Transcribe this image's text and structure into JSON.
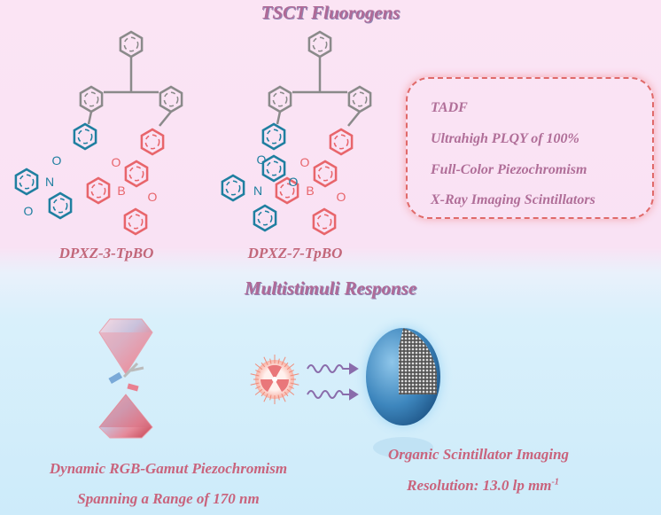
{
  "top_section": {
    "title": "TSCT Fluorogens",
    "molecules": [
      {
        "name": "DPXZ-3-TpBO"
      },
      {
        "name": "DPXZ-7-TpBO"
      }
    ],
    "atom_labels": {
      "oxygen": "O",
      "nitrogen": "N",
      "boron": "B"
    },
    "features": [
      "TADF",
      "Ultrahigh PLQY of 100%",
      "Full-Color Piezochromism",
      "X-Ray Imaging Scintillators"
    ]
  },
  "bottom_section": {
    "title": "Multistimuli Response",
    "piezochromism_caption": [
      "Dynamic RGB-Gamut Piezochromism",
      "Spanning a Range of 170 nm"
    ],
    "scintillator_caption": [
      "Organic Scintillator Imaging",
      "Resolution: 13.0 lp mm",
      "-1"
    ]
  },
  "colors": {
    "donor": "#1f7fa0",
    "acceptor": "#e8656b",
    "core": "#8a8a8a",
    "accent": "#b06a97"
  }
}
